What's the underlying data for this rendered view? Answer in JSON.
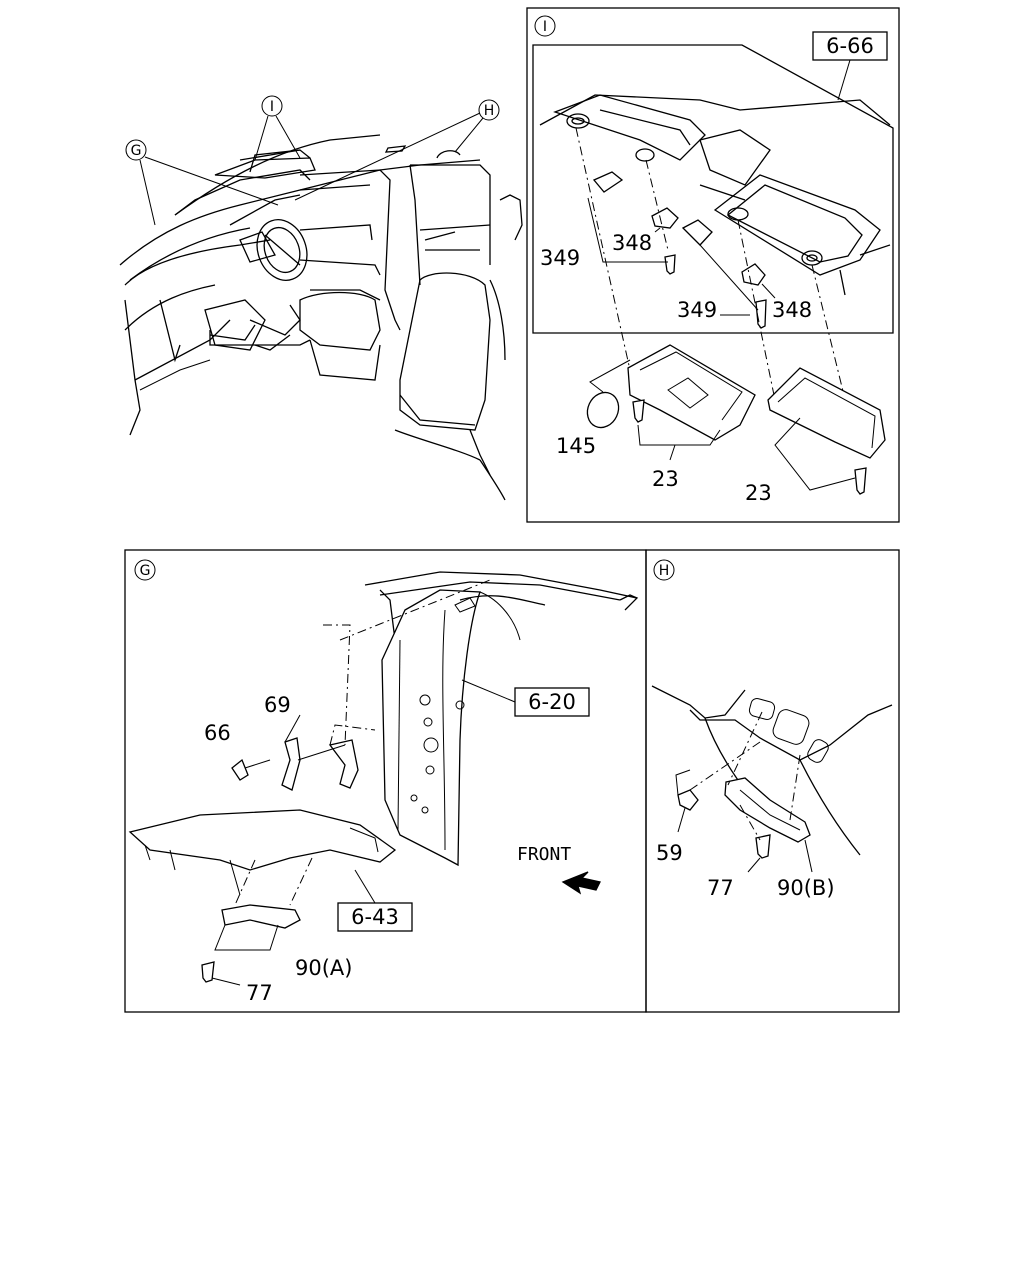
{
  "overview": {
    "callouts": {
      "i": "I",
      "h": "H",
      "g": "G"
    }
  },
  "panel_i": {
    "badge": "I",
    "ref": "6-66",
    "labels": {
      "p349a": "349",
      "p348a": "348",
      "p349b": "349",
      "p348b": "348",
      "p145": "145",
      "p23a": "23",
      "p23b": "23"
    }
  },
  "panel_g": {
    "badge": "G",
    "ref_top": "6-20",
    "ref_bottom": "6-43",
    "front": "FRONT",
    "labels": {
      "p69": "69",
      "p66": "66",
      "p90a": "90(A)",
      "p77": "77"
    }
  },
  "panel_h": {
    "badge": "H",
    "labels": {
      "p59": "59",
      "p77": "77",
      "p90b": "90(B)"
    }
  }
}
